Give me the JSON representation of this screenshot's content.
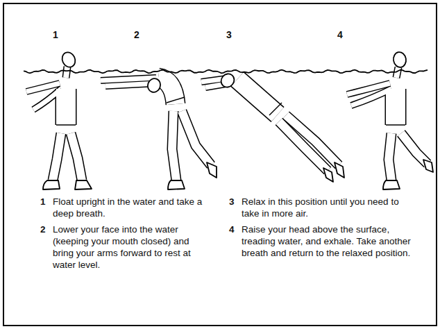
{
  "diagram": {
    "labels": [
      "1",
      "2",
      "3",
      "4",
      "1",
      "Float upright in the water and take a deep breath.",
      "2",
      "Lower your face into the water (keeping your mouth closed) and bring your arms forward to rest at water level.",
      "3",
      "Relax in this position until you need to take in more air.",
      "4",
      "Raise your head above the surface, treading water, and exhale. Take another breath and return to the relaxed position."
    ]
  }
}
